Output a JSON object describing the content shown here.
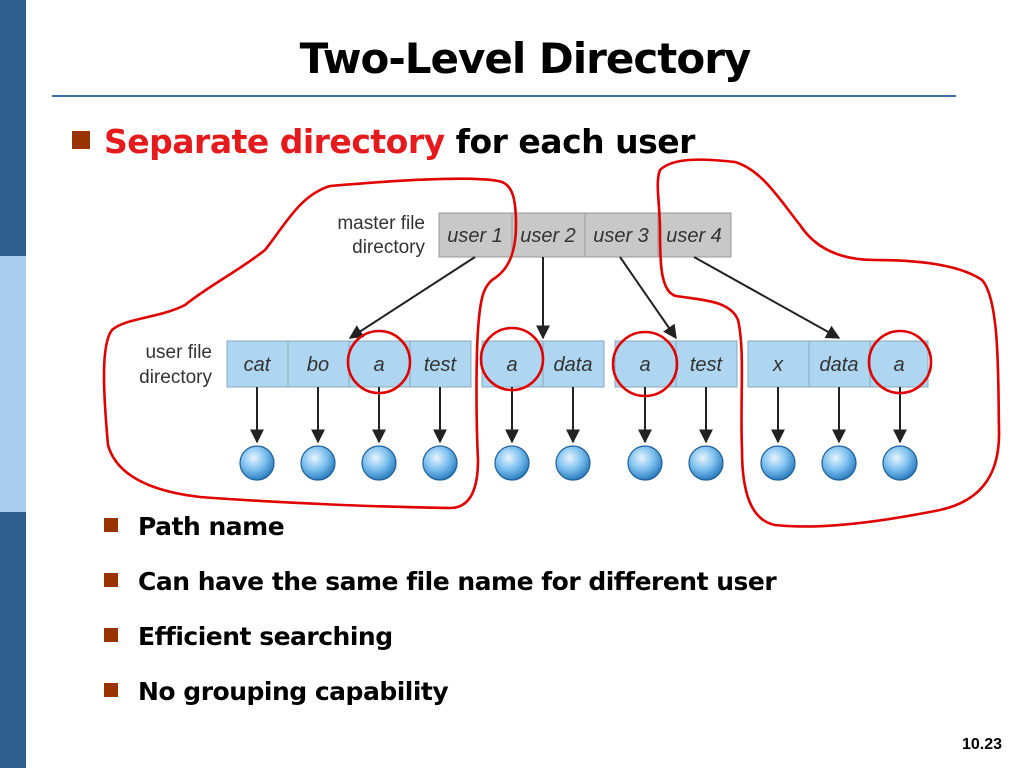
{
  "slide": {
    "title": "Two-Level Directory",
    "main_bullet": {
      "highlight": "Separate directory",
      "rest": "for each user"
    },
    "diagram": {
      "master_label": [
        "master file",
        "directory"
      ],
      "user_label": [
        "user file",
        "directory"
      ],
      "users": [
        "user 1",
        "user 2",
        "user 3",
        "user 4"
      ],
      "user_dirs": [
        [
          "cat",
          "bo",
          "a",
          "test"
        ],
        [
          "a",
          "data"
        ],
        [
          "a",
          "test"
        ],
        [
          "x",
          "data",
          "a"
        ]
      ]
    },
    "sub_bullets": [
      "Path name",
      "Can have the same file name for different user",
      "Efficient searching",
      "No grouping capability"
    ],
    "slide_number": "10.23"
  },
  "colors": {
    "side_bar_dark": "#2f5f8f",
    "side_bar_light": "#a8cdee",
    "title_rule": "#3a6ea5",
    "highlight_text": "#e41a1c",
    "bullet_square": "#993300",
    "annotation_ink": "#e00000",
    "master_cell_fill": "#c8c8c8",
    "user_cell_fill": "#aed6f1",
    "file_node_fill": "#5aa9e6"
  }
}
